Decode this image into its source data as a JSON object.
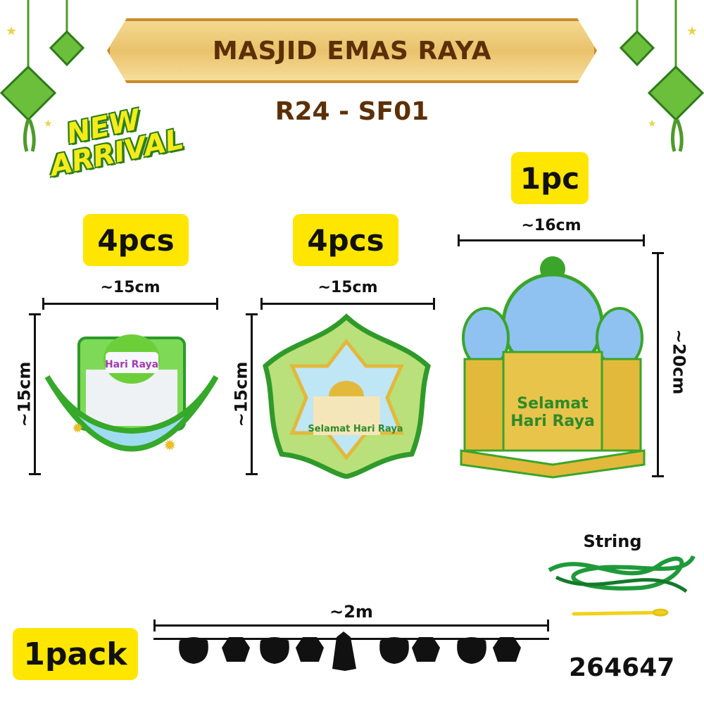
{
  "header": {
    "title": "MASJID EMAS RAYA",
    "code": "R24 - SF01"
  },
  "promo_badge": "NEW ARRIVAL",
  "items": [
    {
      "quantity": "4pcs",
      "width": "~15cm",
      "height": "~15cm"
    },
    {
      "quantity": "4pcs",
      "width": "~15cm",
      "height": "~15cm"
    },
    {
      "quantity": "1pc",
      "width": "~16cm",
      "height": "~20cm"
    }
  ],
  "bunting": {
    "quantity": "1pack",
    "length": "~2m"
  },
  "accessory": {
    "label": "String"
  },
  "product_number": "264647",
  "colors": {
    "badge": "#ffe600",
    "title_text": "#5c3006",
    "frame_green": "#3aa52a",
    "gold": "#e2b93b",
    "dome_blue": "#7fb6ea"
  }
}
